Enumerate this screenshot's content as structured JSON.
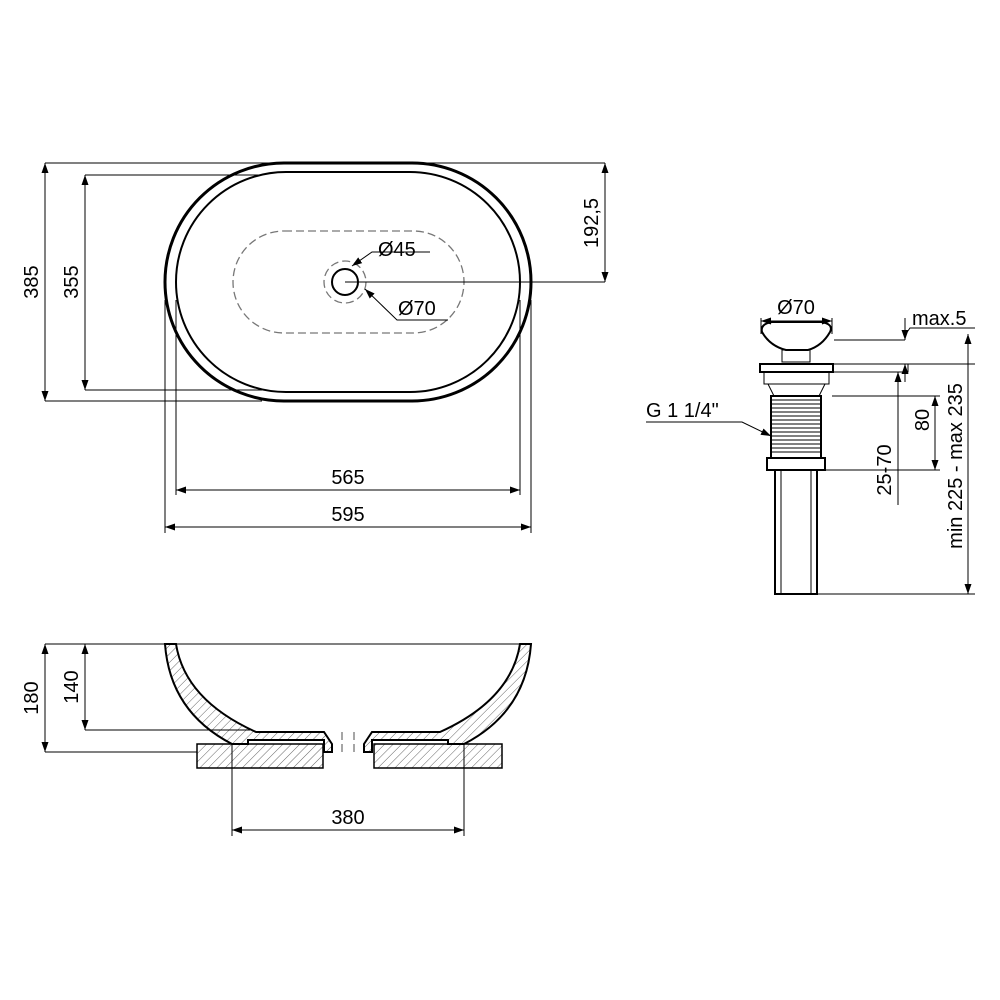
{
  "top_view": {
    "dim_385": "385",
    "dim_355": "355",
    "dim_192_5": "192,5",
    "dim_d45": "Ø45",
    "dim_d70": "Ø70",
    "dim_565": "565",
    "dim_595": "595"
  },
  "drain_view": {
    "dim_d70": "Ø70",
    "dim_max5": "max.5",
    "thread": "G 1 1/4\"",
    "dim_80": "80",
    "dim_25_70": "25-70",
    "dim_range": "min 225 - max 235"
  },
  "side_view": {
    "dim_180": "180",
    "dim_140": "140",
    "dim_380": "380"
  }
}
